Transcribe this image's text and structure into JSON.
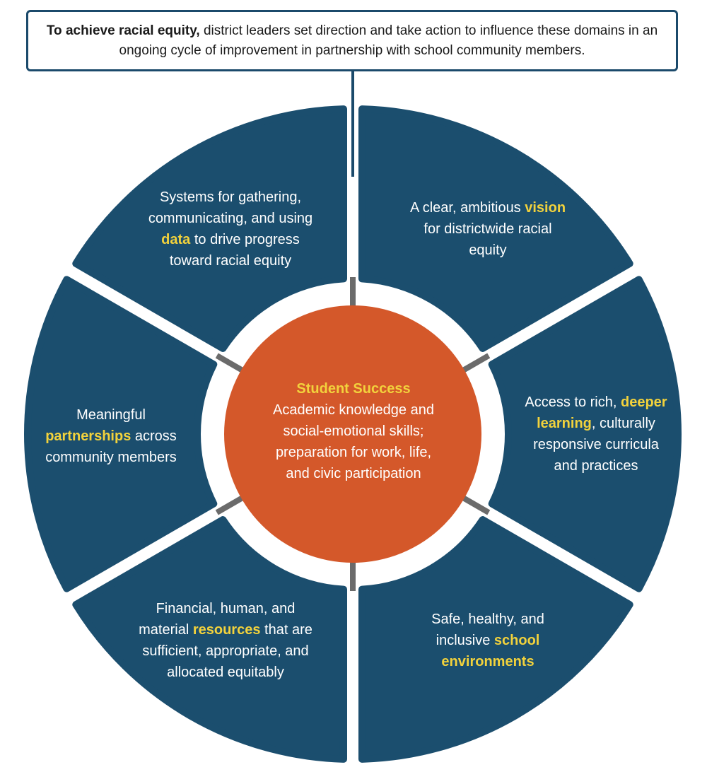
{
  "header": {
    "bold_lead": "To achieve racial equity,",
    "rest": " district leaders set direction and take action to influence these domains in an ongoing cycle of improvement in partnership with school community members."
  },
  "center": {
    "title": "Student Success",
    "body_line1": "Academic knowledge and",
    "body_line2": "social-emotional skills;",
    "body_line3": "preparation for work, life,",
    "body_line4": "and civic participation"
  },
  "domains": {
    "data": {
      "pre": "Systems for gathering, communicating, and using ",
      "highlight": "data",
      "post": " to drive progress toward racial equity"
    },
    "vision": {
      "pre": "A clear, ambitious ",
      "highlight": "vision",
      "post": " for districtwide racial equity"
    },
    "learning": {
      "pre": "Access to rich, ",
      "highlight": "deeper learning",
      "post": ", culturally responsive curricula and practices"
    },
    "environments": {
      "pre": "Safe, healthy, and inclusive ",
      "highlight": "school environments",
      "post": ""
    },
    "resources": {
      "pre": "Financial, human, and material ",
      "highlight": "resources",
      "post": " that are sufficient, appropriate, and allocated equitably"
    },
    "partnerships": {
      "pre": "Meaningful ",
      "highlight": "partnerships",
      "post": " across community members"
    }
  },
  "colors": {
    "segment": "#1b4e6e",
    "center": "#d4582a",
    "highlight": "#f2d23c",
    "connector": "#6b6b6b"
  }
}
